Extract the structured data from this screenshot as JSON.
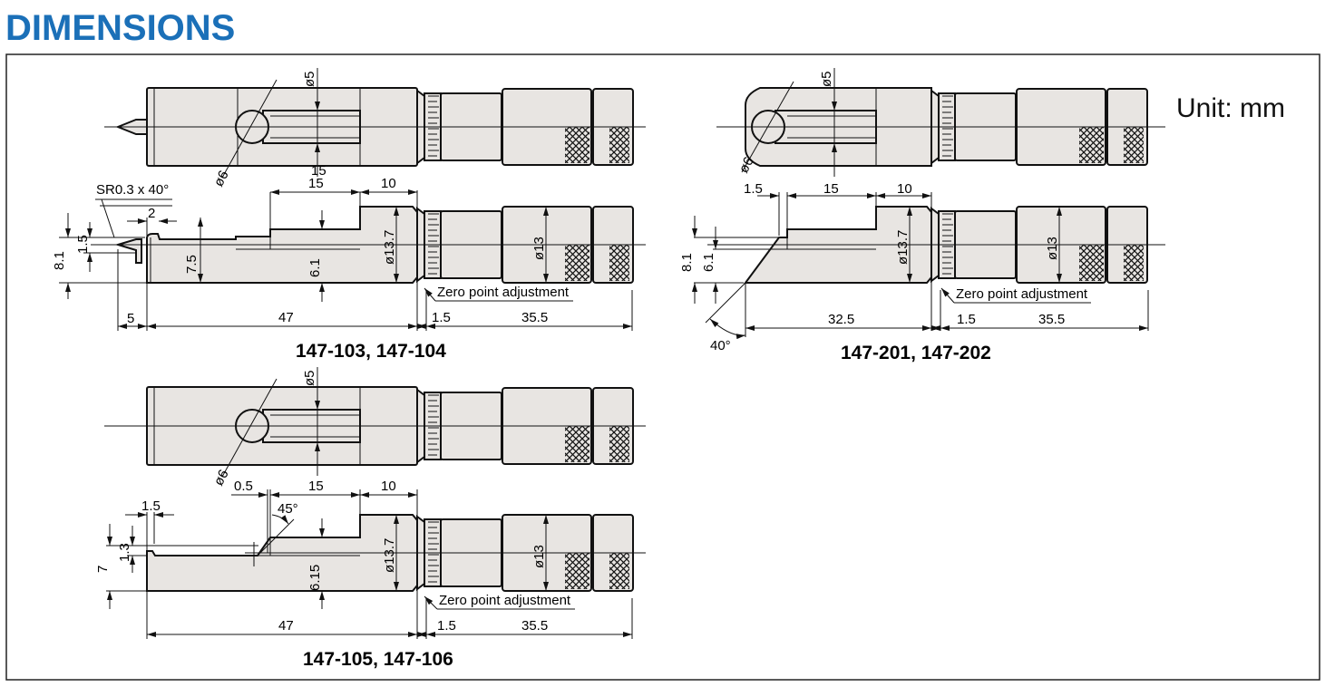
{
  "title": "DIMENSIONS",
  "unit_label": "Unit: mm",
  "colors": {
    "title": "#1b70b8",
    "part_fill": "#e8e5e2"
  },
  "drawings": [
    {
      "model": "147-103, 147-104",
      "dims": {
        "d5": "ø5",
        "d6": "ø6",
        "top15": "15",
        "sr": "SR0.3 x 40°",
        "w15": "15",
        "w10": "10",
        "w2": "2",
        "h81": "8.1",
        "h15": "1.5",
        "h75": "7.5",
        "h61": "6.1",
        "d137": "ø13.7",
        "d13": "ø13",
        "zero": "Zero point adjustment",
        "l5": "5",
        "l47": "47",
        "l15": "1.5",
        "l355": "35.5"
      }
    },
    {
      "model": "147-201, 147-202",
      "dims": {
        "d5": "ø5",
        "d6": "ø6",
        "w15a": "1.5",
        "w15": "15",
        "w10": "10",
        "h81": "8.1",
        "h61": "6.1",
        "d137": "ø13.7",
        "d13": "ø13",
        "zero": "Zero point adjustment",
        "a40": "40°",
        "l325": "32.5",
        "l15": "1.5",
        "l355": "35.5"
      }
    },
    {
      "model": "147-105, 147-106",
      "dims": {
        "d5": "ø5",
        "d6": "ø6",
        "w05": "0.5",
        "w15": "15",
        "w10": "10",
        "w15a": "1.5",
        "a45": "45°",
        "h7": "7",
        "h13": "1.3",
        "h615": "6.15",
        "d137": "ø13.7",
        "d13": "ø13",
        "zero": "Zero point adjustment",
        "l47": "47",
        "l15": "1.5",
        "l355": "35.5"
      }
    }
  ]
}
